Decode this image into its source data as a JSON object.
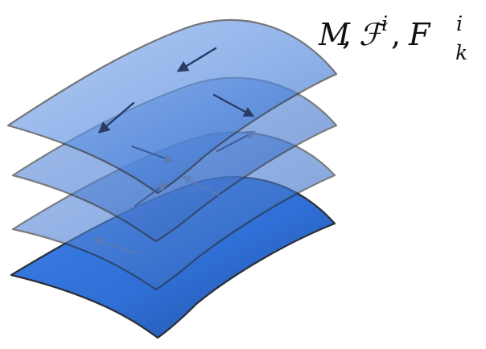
{
  "label": {
    "m": "M",
    "sep1": ",",
    "f_script": "ℱ",
    "f_sup": "i",
    "sep2": ",",
    "f": "F",
    "f_sub": "k",
    "f_sup2": "i"
  },
  "colors": {
    "sheet_base": "#2f6fd6",
    "sheet_light": "#79a8ec",
    "sheet_edge": "#2b2f36",
    "arrow_dark": "#2a3b66",
    "arrow_faint": "#5e7bb6"
  },
  "diagram": {
    "description_layers": 4,
    "layers": [
      {
        "name": "layer-bottom",
        "opacity": 1.0
      },
      {
        "name": "layer-third",
        "opacity": 0.62
      },
      {
        "name": "layer-second",
        "opacity": 0.62
      },
      {
        "name": "layer-top",
        "opacity": 0.66
      }
    ]
  }
}
